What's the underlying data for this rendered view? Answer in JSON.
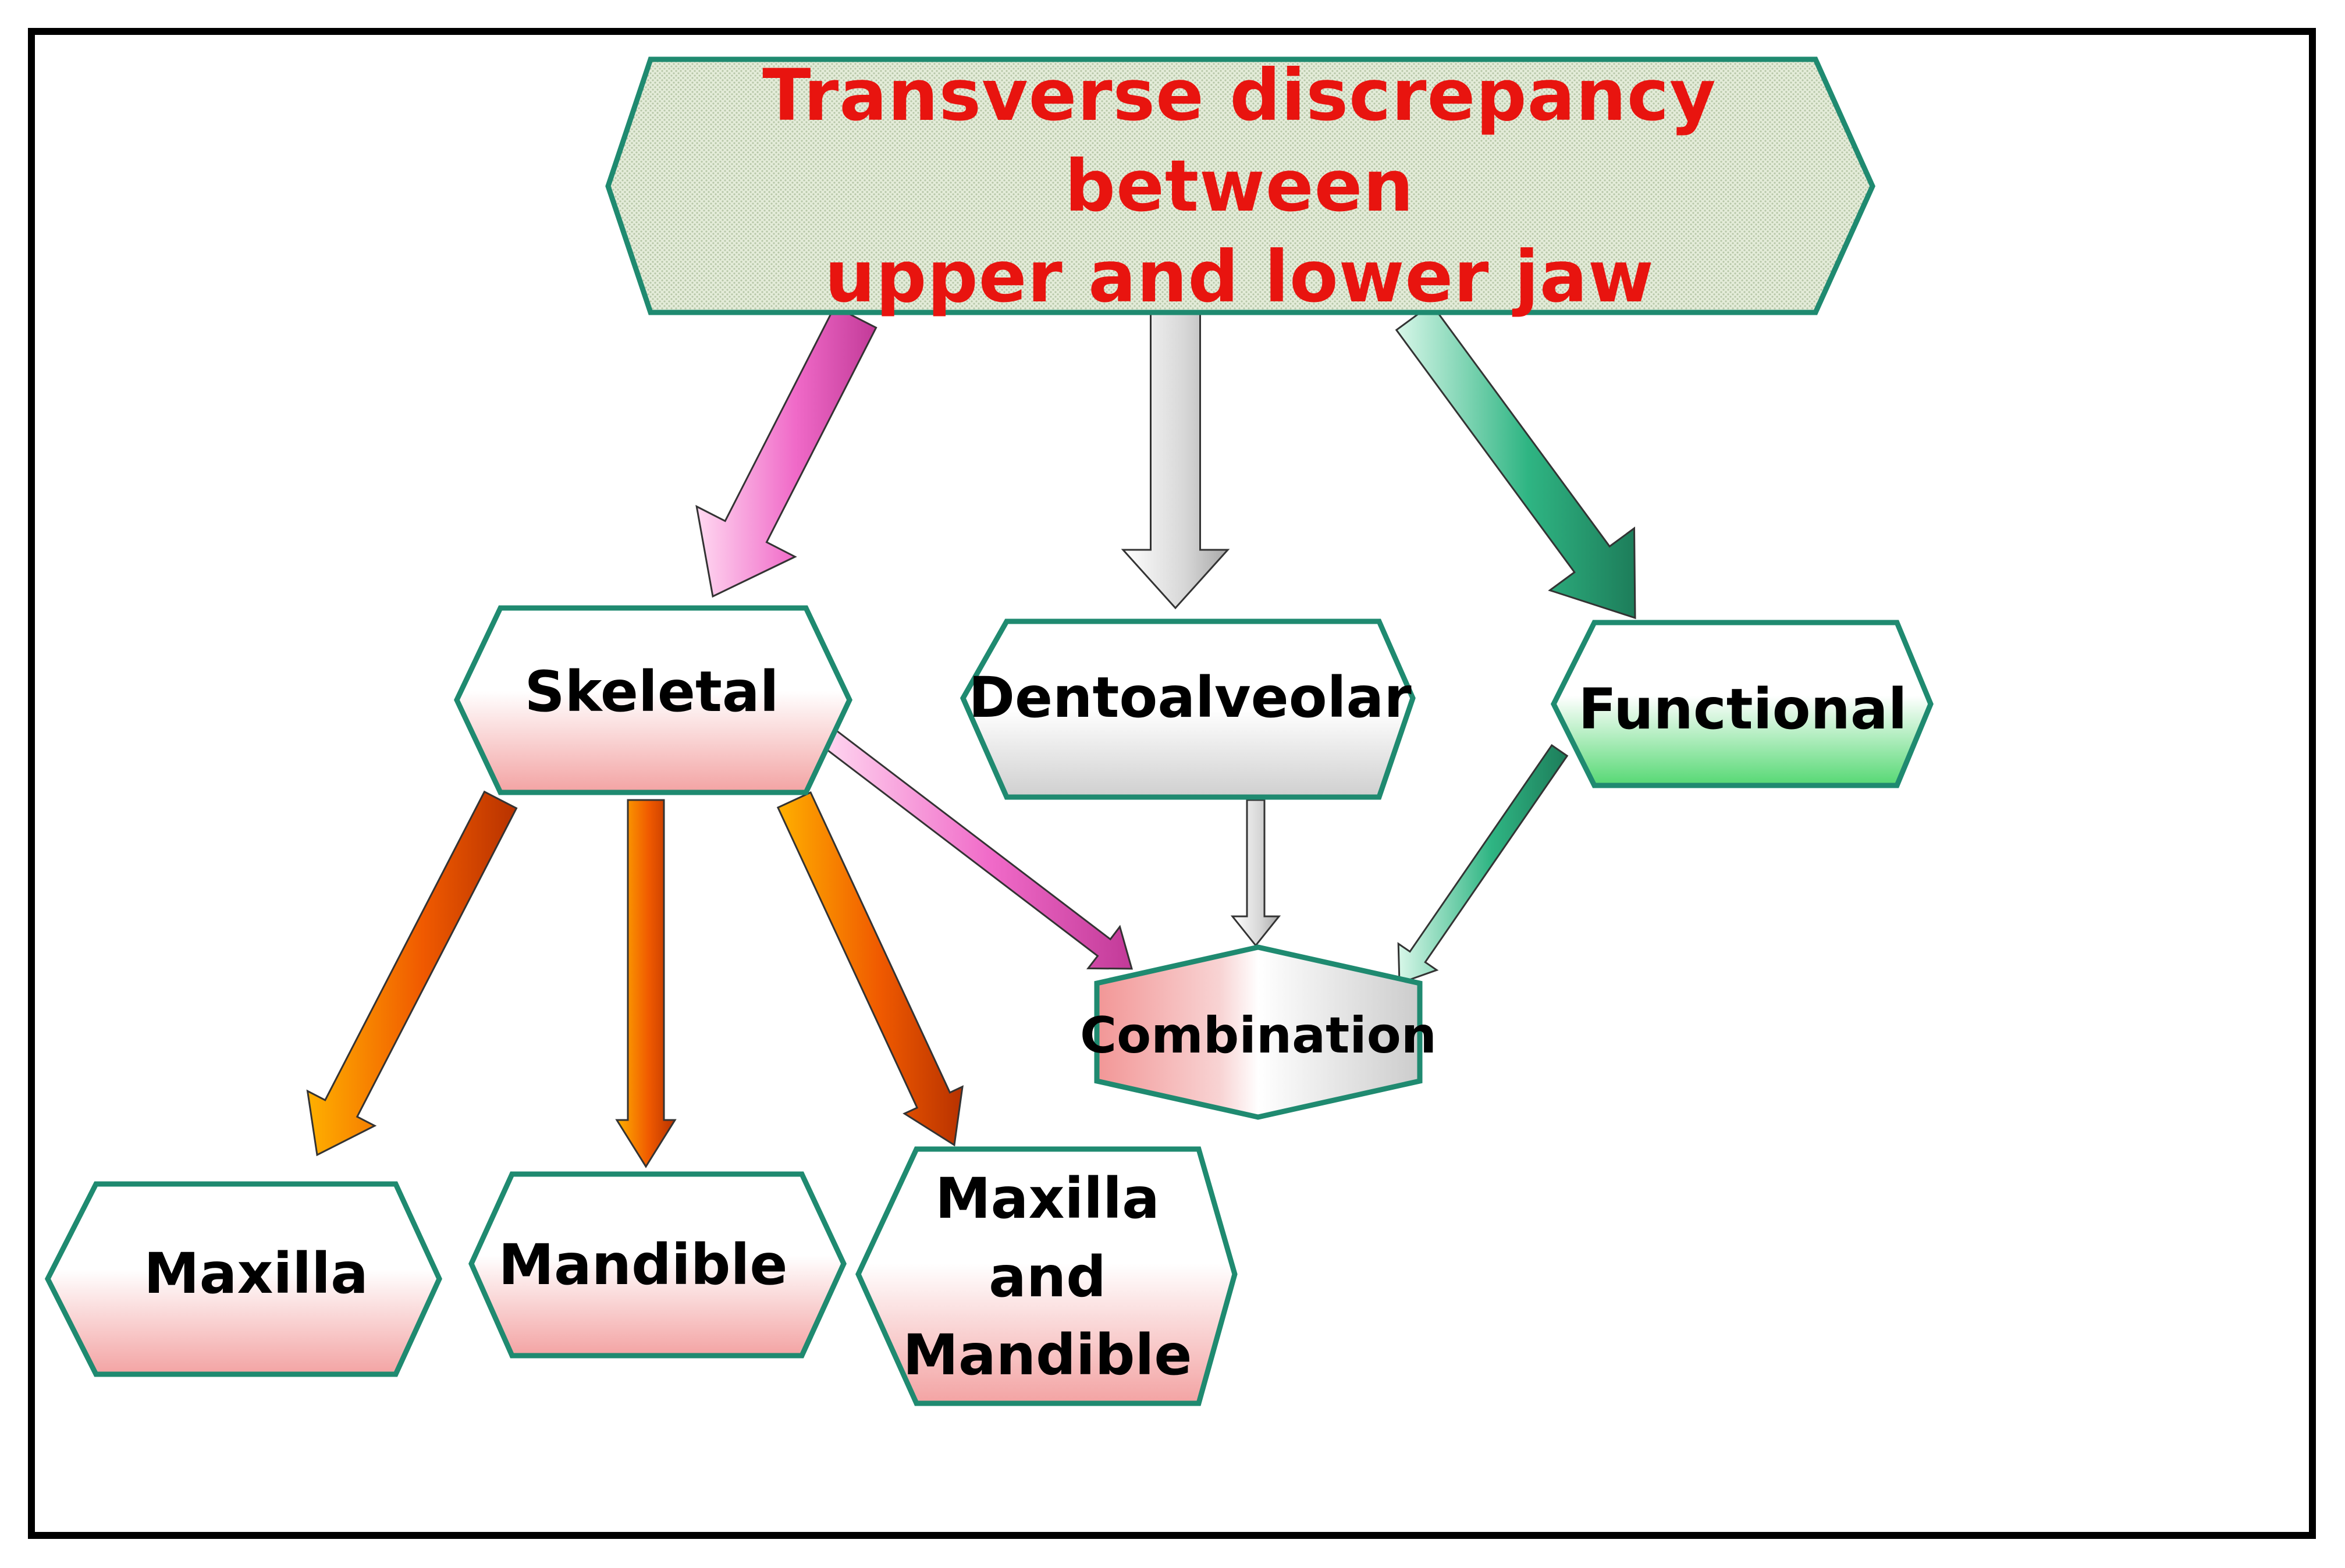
{
  "title": {
    "line1": "Transverse discrepancy between",
    "line2": "upper and lower jaw"
  },
  "nodes": {
    "skeletal": "Skeletal",
    "dentoalveolar": "Dentoalveolar",
    "functional": "Functional",
    "combination": "Combination",
    "maxilla": "Maxilla",
    "mandible": "Mandible",
    "maxilla_and_mandible": {
      "line1": "Maxilla",
      "line2": "and",
      "line3": "Mandible"
    }
  },
  "colors": {
    "title_text": "#e8140f",
    "node_border": "#1f8a70",
    "title_fill": "#dde8d3",
    "skeletal_gradient_end": "#f4a6a6",
    "dentoalveolar_gradient_end": "#d0d0d0",
    "functional_gradient_end": "#5fd87a",
    "arrow_pink": "#f06ac8",
    "arrow_gray": "#c8c8c8",
    "arrow_green": "#2fb583",
    "arrow_orange": "#f05a00"
  }
}
